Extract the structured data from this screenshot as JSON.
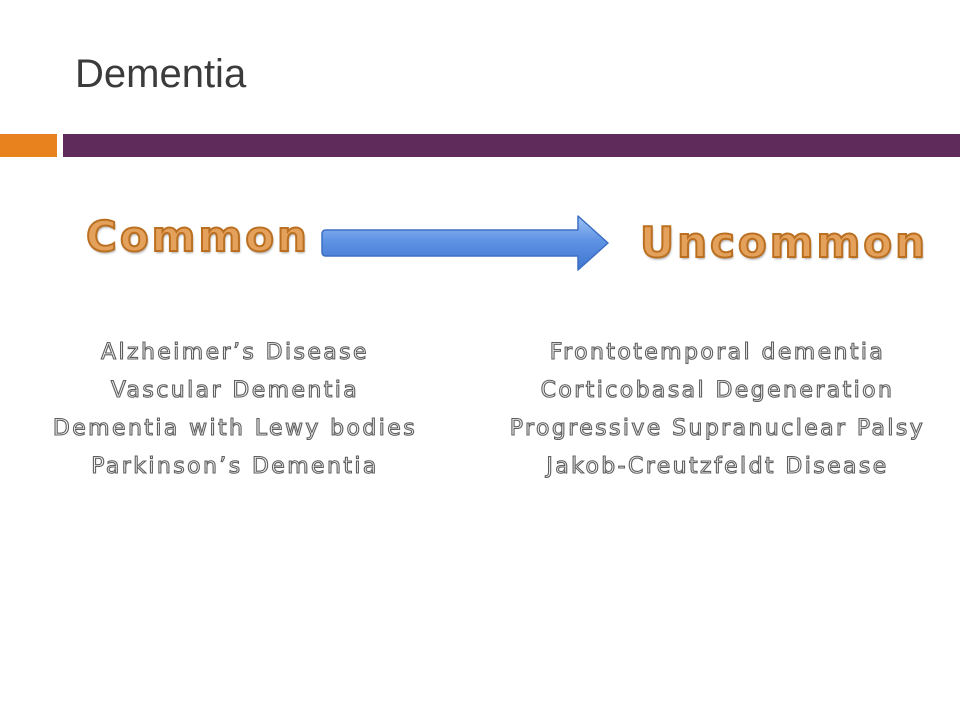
{
  "slide": {
    "title": "Dementia",
    "accent_color": "#e8821e",
    "bar_color": "#5e2b5b"
  },
  "common": {
    "heading": "Common",
    "items": [
      "Alzheimer’s Disease",
      "Vascular Dementia",
      "Dementia with Lewy bodies",
      "Parkinson’s Dementia"
    ]
  },
  "uncommon": {
    "heading": "Uncommon",
    "items": [
      "Frontotemporal dementia",
      "Corticobasal Degeneration",
      "Progressive Supranuclear Palsy",
      "Jakob-Creutzfeldt Disease"
    ]
  },
  "arrow": {
    "icon": "right-arrow-icon",
    "color": "#5b8ee0"
  }
}
